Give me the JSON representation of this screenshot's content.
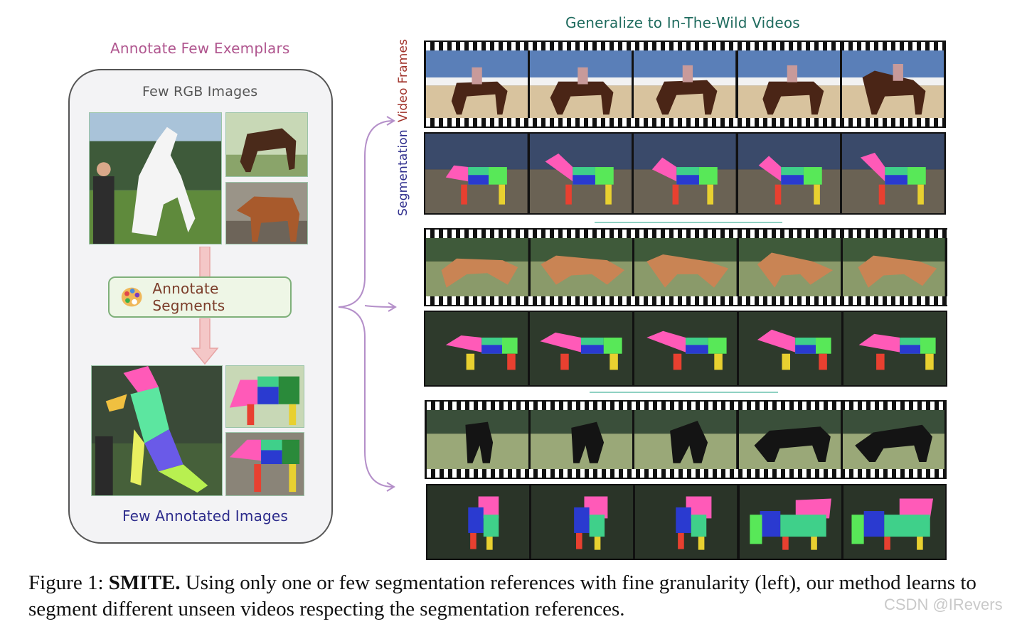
{
  "left": {
    "title": "Annotate Few Exemplars",
    "rgb_label": "Few RGB Images",
    "annotate_button": "Annotate Segments",
    "annotated_label": "Few Annotated Images"
  },
  "right": {
    "title": "Generalize to In-The-Wild Videos",
    "video_frames_label": "Video Frames",
    "segmentation_label": "Segmentation"
  },
  "caption": {
    "prefix": "Figure 1: ",
    "bold": "SMITE.",
    "text": " Using only one or few segmentation references with fine granularity (left), our method learns to segment different unseen videos respecting the segmentation references."
  },
  "watermark": "CSDN @IRevers",
  "colors": {
    "left_title": "#b0568f",
    "right_title": "#1f6b5e",
    "video_frames_label": "#a0322a",
    "segmentation_label": "#2d2c8c",
    "separator": "#8fd1c2",
    "arrow": "#e7a4a4",
    "brace": "#b48fc9"
  }
}
